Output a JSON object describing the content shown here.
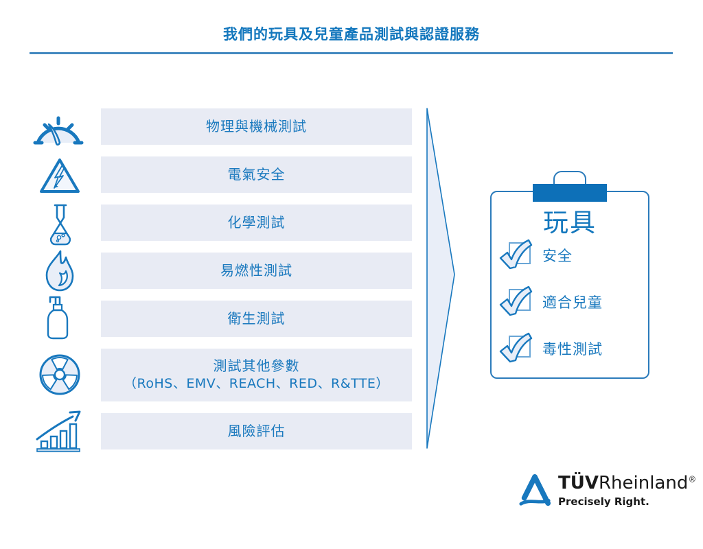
{
  "title": "我們的玩具及兒童產品測試與認證服務",
  "colors": {
    "accent_blue": "#1878be",
    "solid_clip_blue": "#0d70b8",
    "bar_fill": "#e8ebf4",
    "arrow_fill": "#e9eef8",
    "rule_blue": "#4489c0",
    "icon_fill": "#e8eef8"
  },
  "services": [
    {
      "icon": "speedometer-icon",
      "label": "物理與機械測試"
    },
    {
      "icon": "electrical-hazard-icon",
      "label": "電氣安全"
    },
    {
      "icon": "flask-icon",
      "label": "化學測試"
    },
    {
      "icon": "flame-icon",
      "label": "易燃性測試"
    },
    {
      "icon": "pump-bottle-icon",
      "label": "衛生測試"
    },
    {
      "icon": "radiation-icon",
      "label": "測試其他參數",
      "sublabel": "（RoHS、EMV、REACH、RED、R&TTE）"
    },
    {
      "icon": "growth-chart-icon",
      "label": "風險評估"
    }
  ],
  "clipboard": {
    "title": "玩具",
    "items": [
      {
        "label": "安全"
      },
      {
        "label": "適合兒童"
      },
      {
        "label": "毒性測試"
      }
    ]
  },
  "logo": {
    "tuv": "TÜV",
    "rheinland": "Rheinland",
    "registered": "®",
    "tagline": "Precisely Right."
  }
}
